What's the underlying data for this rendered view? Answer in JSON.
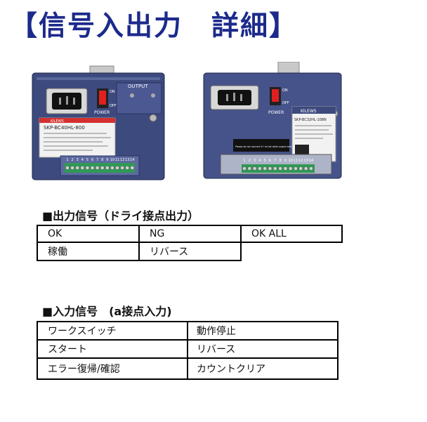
{
  "page": {
    "title": "【信号入出力　詳細】"
  },
  "photos": {
    "left": {
      "output_label": "OUTPUT",
      "on_label": "ON",
      "off_label": "OFF",
      "power_label": "POWER",
      "brand": "KILEWS",
      "model": "SKP-BC40HL-800",
      "terminal_numbers": [
        "1",
        "2",
        "3",
        "4",
        "5",
        "6",
        "7",
        "8",
        "9",
        "10",
        "11",
        "12",
        "13",
        "14"
      ]
    },
    "right": {
      "on_label": "ON",
      "off_label": "OFF",
      "power_label": "POWER",
      "brand": "KILEWS",
      "model": "SKP-BC32HL-108N",
      "warning": "Please do not connect V+ to the other output terminals.",
      "terminal_numbers": [
        "1",
        "2",
        "3",
        "4",
        "5",
        "6",
        "7",
        "8",
        "9",
        "10",
        "11",
        "12",
        "13",
        "14"
      ]
    }
  },
  "output_signals": {
    "heading": "■出力信号（ドライ接点出力）",
    "rows": [
      [
        "OK",
        "NG",
        "OK ALL"
      ],
      [
        "稼働",
        "リバース",
        ""
      ]
    ]
  },
  "input_signals": {
    "heading": "■入力信号　(a接点入力)",
    "rows": [
      [
        "ワークスイッチ",
        "動作停止"
      ],
      [
        "スタート",
        "リバース"
      ],
      [
        "エラー復帰/確認",
        "カウントクリア"
      ]
    ]
  },
  "colors": {
    "title": "#1c2a8c",
    "panel": "#3d4a7e",
    "terminal_green": "#2f9a55"
  }
}
